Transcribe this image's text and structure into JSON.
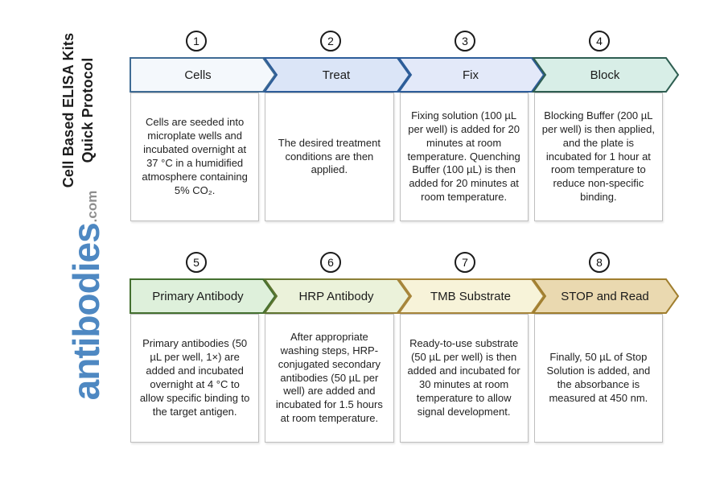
{
  "page": {
    "background": "#ffffff"
  },
  "sidebar": {
    "title_line1": "Cell Based ELISA Kits",
    "title_line2": "Quick Protocol",
    "brand": "antibodies",
    "brand_suffix": ".com",
    "brand_color": "#4e88c2",
    "brand_suffix_color": "#8e8e8e"
  },
  "protocol": {
    "rows": [
      {
        "steps": [
          {
            "num": "1",
            "label": "Cells",
            "fill": "#f4f8fc",
            "stroke": "#3f6b94",
            "desc": "Cells are seeded into microplate wells and incubated overnight at 37 °C in a humidified atmosphere containing 5% CO₂."
          },
          {
            "num": "2",
            "label": "Treat",
            "fill": "#dbe5f7",
            "stroke": "#2d5d99",
            "desc": "The desired treatment conditions are then applied."
          },
          {
            "num": "3",
            "label": "Fix",
            "fill": "#e3e9f9",
            "stroke": "#2d5d99",
            "desc": "Fixing solution (100 µL per well) is added for 20 minutes at room temperature. Quenching Buffer (100 µL) is then added for 20 minutes at room temperature."
          },
          {
            "num": "4",
            "label": "Block",
            "fill": "#d8eee7",
            "stroke": "#2e5e51",
            "desc": "Blocking Buffer (200 µL per well) is then applied, and the plate is incubated for 1 hour at room temperature to reduce non-specific binding."
          }
        ]
      },
      {
        "steps": [
          {
            "num": "5",
            "label": "Primary Antibody",
            "fill": "#def0db",
            "stroke": "#447030",
            "desc": "Primary antibodies (50 µL per well, 1×) are added and incubated overnight at 4 °C to allow specific binding to the target antigen."
          },
          {
            "num": "6",
            "label": "HRP Antibody",
            "fill": "#ebf2da",
            "stroke": "#5a7430",
            "stroke2": "#a8863b",
            "desc": "After appropriate washing steps, HRP-conjugated secondary antibodies (50 µL per well) are added and incubated for 1.5 hours at room temperature."
          },
          {
            "num": "7",
            "label": "TMB Substrate",
            "fill": "#f7f3d9",
            "stroke": "#a8863b",
            "desc": "Ready-to-use substrate (50 µL per well) is then added and incubated for 30 minutes at room temperature to allow signal development."
          },
          {
            "num": "8",
            "label": "STOP and Read",
            "fill": "#ead9b0",
            "stroke": "#a07e2e",
            "desc": "Finally, 50 µL of Stop Solution is added, and the absorbance is measured at 450 nm."
          }
        ]
      }
    ]
  }
}
